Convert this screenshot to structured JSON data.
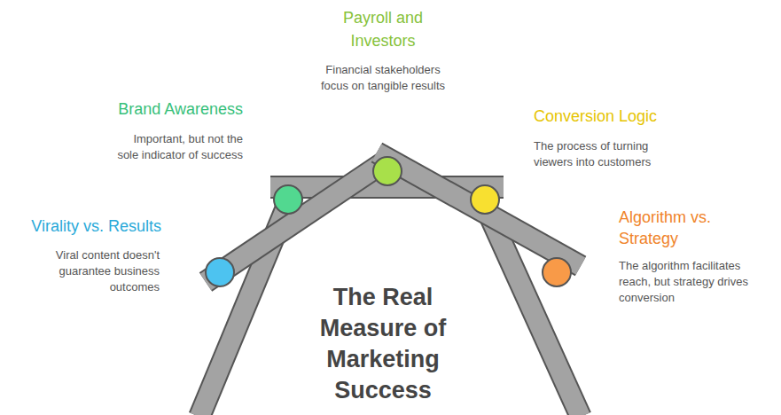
{
  "diagram": {
    "title": "The Real Measure of Marketing Success",
    "labels": [
      "Virality vs. Results",
      "Viral content doesn't guarantee business outcomes",
      "Brand Awareness",
      "Important, but not the sole indicator of success",
      "Payroll and Investors",
      "Financial stakeholders focus on tangible results",
      "Conversion Logic",
      "The process of turning viewers into customers",
      "Algorithm vs. Strategy",
      "The algorithm facilitates reach, but strategy drives conversion"
    ]
  }
}
